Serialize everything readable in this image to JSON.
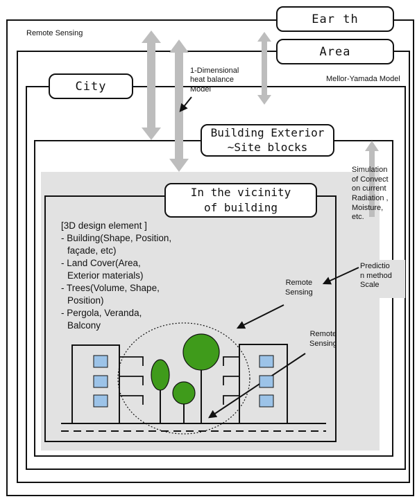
{
  "labels": {
    "earth": "Ear th",
    "area": "Area",
    "city": "City",
    "building_exterior_line1": "Building Exterior",
    "building_exterior_line2": "~Site blocks",
    "vicinity_line1": "In the vicinity",
    "vicinity_line2": "of building",
    "remote_sensing_top": "Remote Sensing",
    "mellor_yamada": "Mellor-Yamada Model",
    "heat_balance_line1": "1-Dimensional",
    "heat_balance_line2": "heat balance",
    "heat_balance_line3": "Model",
    "simulation_lines": [
      "Simulation",
      "of Convect",
      "on current",
      "Radiation ,",
      "Moisture,",
      "etc."
    ],
    "prediction_lines": [
      "Predictio",
      "n method",
      "Scale"
    ],
    "remote_sensing_mid_line1": "Remote",
    "remote_sensing_mid_line2": "Sensing",
    "remote_sensing_low_line1": "Remote",
    "remote_sensing_low_line2": "Sensing"
  },
  "design_elements": [
    "[3D design element ]",
    "- Building(Shape, Position,",
    "  façade, etc)",
    "- Land Cover(Area,",
    "  Exterior materials)",
    "- Trees(Volume, Shape,",
    "  Position)",
    "- Pergola, Veranda,",
    "  Balcony"
  ],
  "colors": {
    "frame": "#111111",
    "inner_panel": "#e2e2e2",
    "arrow_gray": "#bdbdbd",
    "tree_green": "#3f9b1b",
    "window_blue": "#9cc3e8"
  }
}
